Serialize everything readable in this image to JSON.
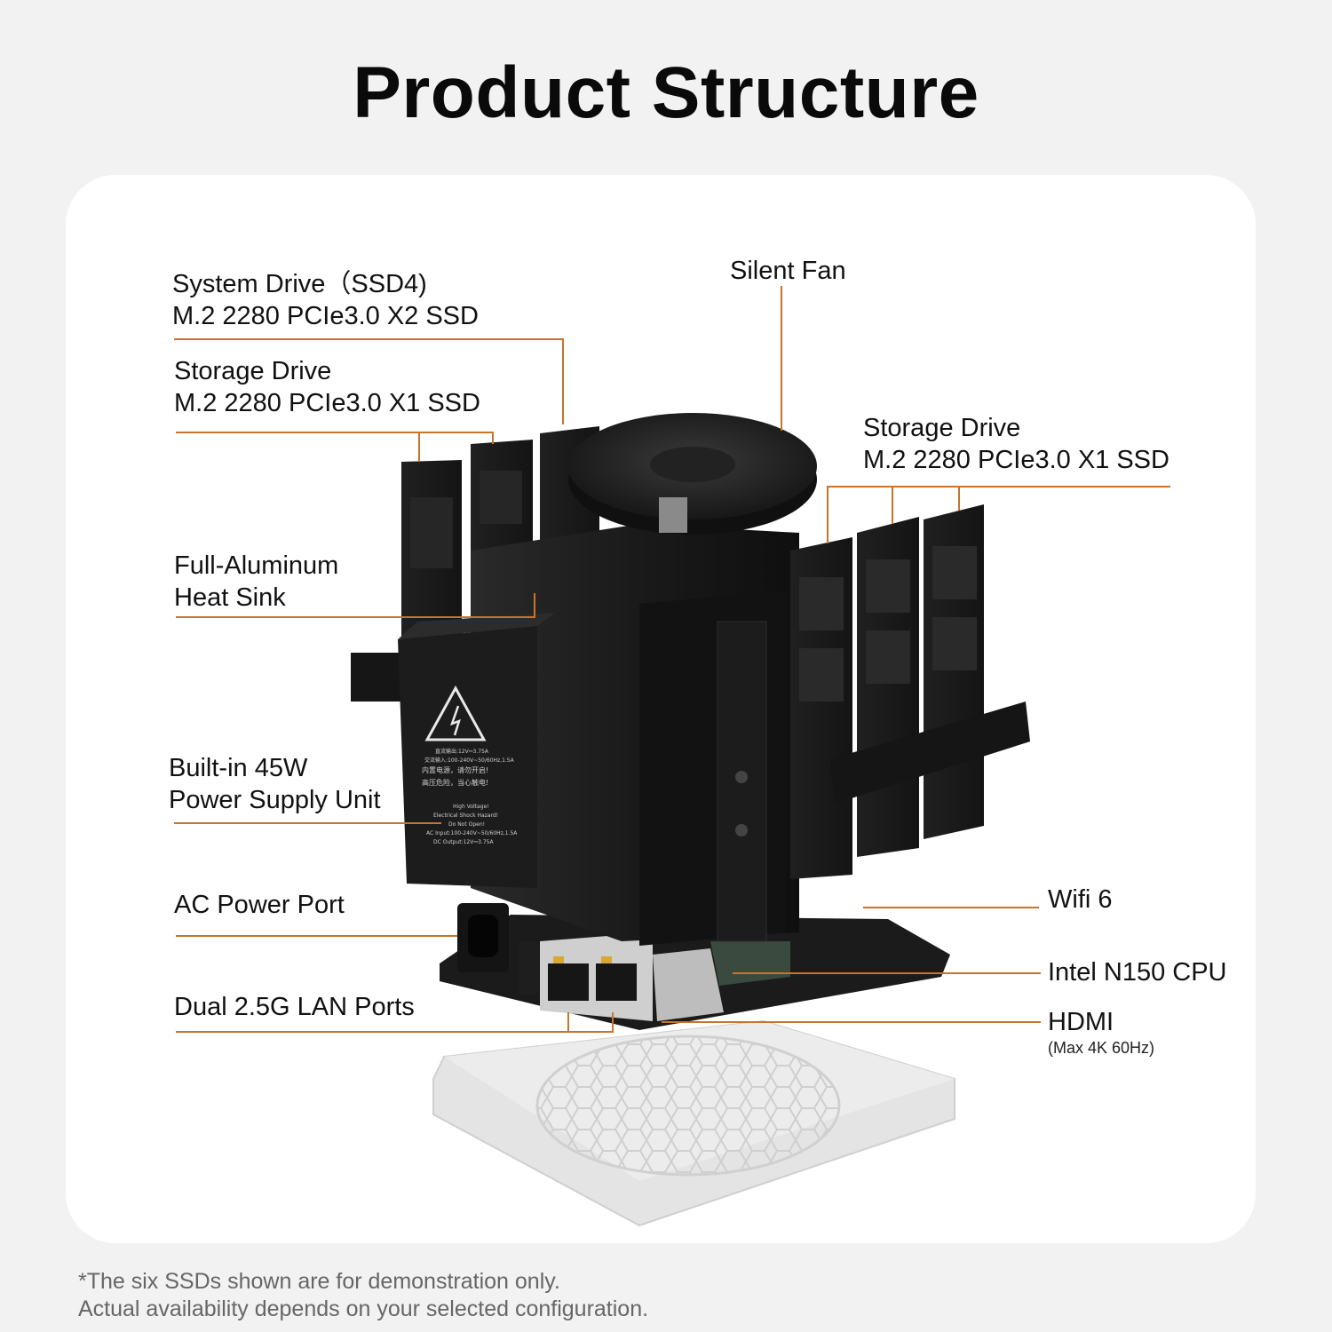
{
  "title": "Product Structure",
  "colors": {
    "callout_line": "#c8742a",
    "background": "#f2f2f2",
    "card": "#ffffff",
    "hardware": "#1a1a1a"
  },
  "labels": {
    "system_drive": {
      "line1": "System Drive（SSD4)",
      "line2": "M.2 2280 PCIe3.0 X2 SSD"
    },
    "storage_drive_left": {
      "line1": "Storage Drive",
      "line2": "M.2 2280 PCIe3.0 X1 SSD"
    },
    "silent_fan": "Silent Fan",
    "storage_drive_right": {
      "line1": "Storage Drive",
      "line2": "M.2 2280 PCIe3.0 X1 SSD"
    },
    "heat_sink": {
      "line1": "Full-Aluminum",
      "line2": "Heat Sink"
    },
    "psu": {
      "line1": "Built-in 45W",
      "line2": "Power Supply Unit"
    },
    "ac_port": "AC Power Port",
    "lan_ports": "Dual 2.5G LAN Ports",
    "wifi": "Wifi 6",
    "cpu": "Intel N150 CPU",
    "hdmi": "HDMI",
    "hdmi_note": "(Max 4K 60Hz)"
  },
  "warning_label": {
    "cn_lines": [
      "直流输出:12V⎓3.75A",
      "交流输入:100-240V~50/60Hz,1.5A",
      "内置电源，请勿开启!",
      "高压危险，当心触电!"
    ],
    "en_lines": [
      "High Voltage!",
      "Electrical Shock Hazard!",
      "Do Not Open!",
      "AC Input:100-240V~50/60Hz,1.5A",
      "DC Output:12V⎓3.75A"
    ]
  },
  "footnote": {
    "line1": "*The six SSDs shown are for demonstration only.",
    "line2": "Actual availability depends on your selected configuration."
  }
}
